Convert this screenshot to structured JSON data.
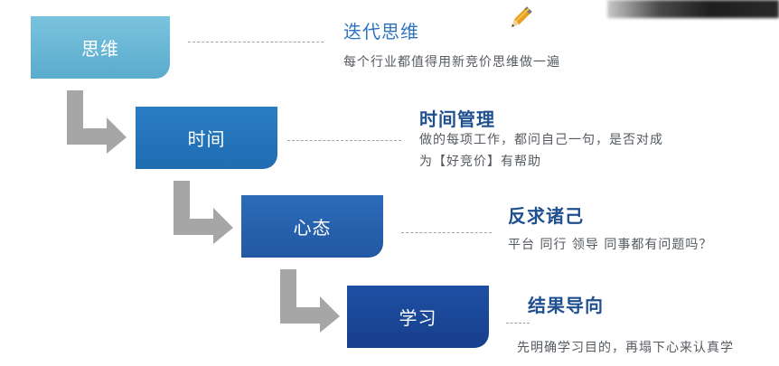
{
  "steps": [
    {
      "label": "思维",
      "heading": "迭代思维",
      "description_lines": [
        "每个行业都值得用新竞价思维做一遍"
      ]
    },
    {
      "label": "时间",
      "heading": "时间管理",
      "description_lines": [
        "做的每项工作，都问自己一句，是否对成",
        "为【好竞价】有帮助"
      ]
    },
    {
      "label": "心态",
      "heading": "反求诸己",
      "description_lines": [
        "平台 同行 领导 同事都有问题吗？"
      ]
    },
    {
      "label": "学习",
      "heading": "结果导向",
      "description_lines": [
        "先明确学习目的，再塌下心来认真学"
      ]
    }
  ],
  "colors": {
    "box1": "#6bb8d8",
    "box2": "#2574bb",
    "box3": "#2762ad",
    "box4": "#1b4797",
    "arrow": "#a6a6a6",
    "heading": "#2e73c0"
  }
}
